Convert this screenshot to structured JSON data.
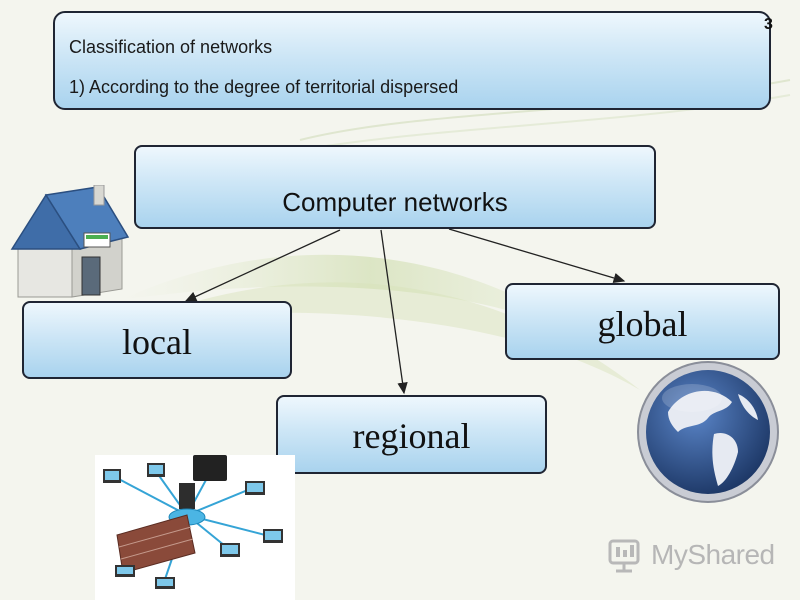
{
  "header": {
    "line1": "Classification of networks",
    "line2": "1) According to the degree of territorial dispersed",
    "slide_number": "3"
  },
  "diagram": {
    "root": "Computer networks",
    "children": [
      {
        "id": "local",
        "label": "local"
      },
      {
        "id": "regional",
        "label": "regional"
      },
      {
        "id": "global",
        "label": "global"
      }
    ]
  },
  "watermark": {
    "text": "MyShared"
  },
  "colors": {
    "box_border": "#1f2533",
    "box_top": "#eef7fd",
    "box_bottom": "#a9d3ee",
    "arrow": "#222222"
  },
  "icons": [
    "house-icon",
    "globe-icon",
    "network-icon",
    "myshared-logo-icon"
  ]
}
